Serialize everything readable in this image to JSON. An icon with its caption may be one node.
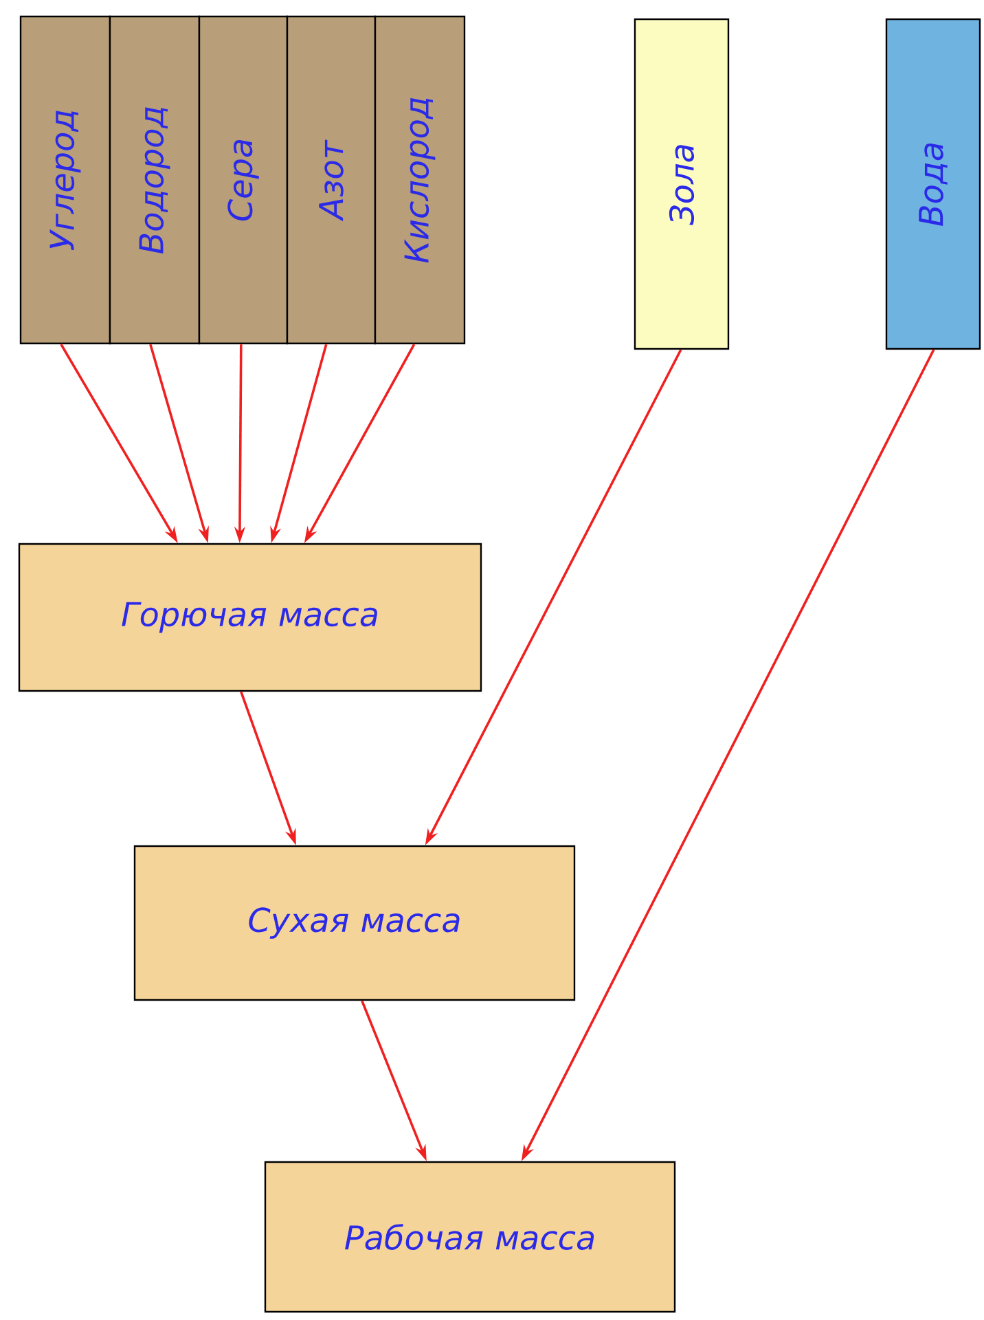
{
  "diagram": {
    "nodes": [
      {
        "text": [
          "Углерод"
        ]
      },
      {
        "text": [
          "Водород"
        ]
      },
      {
        "text": [
          "Сера"
        ]
      },
      {
        "text": [
          "Азот"
        ]
      },
      {
        "text": [
          "Кислород"
        ]
      },
      {
        "text": [
          "Зола"
        ]
      },
      {
        "text": [
          "Вода"
        ]
      },
      {
        "text": [
          "Горючая масса"
        ]
      },
      {
        "text": [
          "Сухая масса"
        ]
      },
      {
        "text": [
          "Рабочая масса"
        ]
      }
    ],
    "edges": [
      {
        "from": 0,
        "to": 7,
        "arrow": "to"
      },
      {
        "from": 1,
        "to": 7,
        "arrow": "to"
      },
      {
        "from": 2,
        "to": 7,
        "arrow": "to"
      },
      {
        "from": 3,
        "to": 7,
        "arrow": "to"
      },
      {
        "from": 4,
        "to": 7,
        "arrow": "to"
      },
      {
        "from": 7,
        "to": 8,
        "arrow": "to"
      },
      {
        "from": 5,
        "to": 8,
        "arrow": "to"
      },
      {
        "from": 8,
        "to": 9,
        "arrow": "to"
      },
      {
        "from": 6,
        "to": 9,
        "arrow": "to"
      }
    ]
  }
}
